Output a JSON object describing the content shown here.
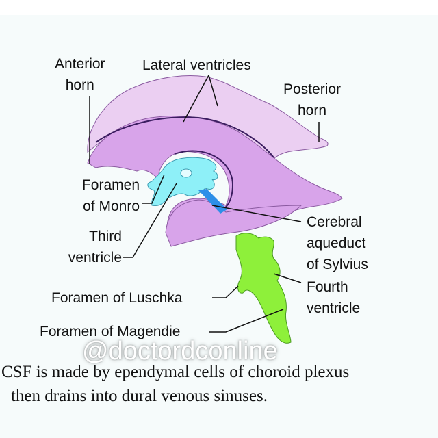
{
  "labels": {
    "anterior_horn": [
      "Anterior",
      "horn"
    ],
    "lateral_ventricles": "Lateral ventricles",
    "posterior_horn": [
      "Posterior",
      "horn"
    ],
    "foramen_monro": [
      "Foramen",
      "of Monro"
    ],
    "third_ventricle": [
      "Third",
      "ventricle"
    ],
    "cerebral_aqueduct": [
      "Cerebral",
      "aqueduct",
      "of Sylvius"
    ],
    "fourth_ventricle": [
      "Fourth",
      "ventricle"
    ],
    "foramen_luschka": "Foramen of Luschka",
    "foramen_magendie": "Foramen of Magendie"
  },
  "watermark": "@doctordconline",
  "caption": {
    "line1": "CSF is made by ependymal cells of choroid plexus",
    "line2": "then drains into dural venous sinuses."
  },
  "colors": {
    "lateral_light": "#e8c8f0",
    "lateral_main": "#d9a3ea",
    "third_ventricle": "#8ef0f8",
    "aqueduct": "#2e8fe8",
    "fourth_ventricle": "#8ef03a"
  }
}
